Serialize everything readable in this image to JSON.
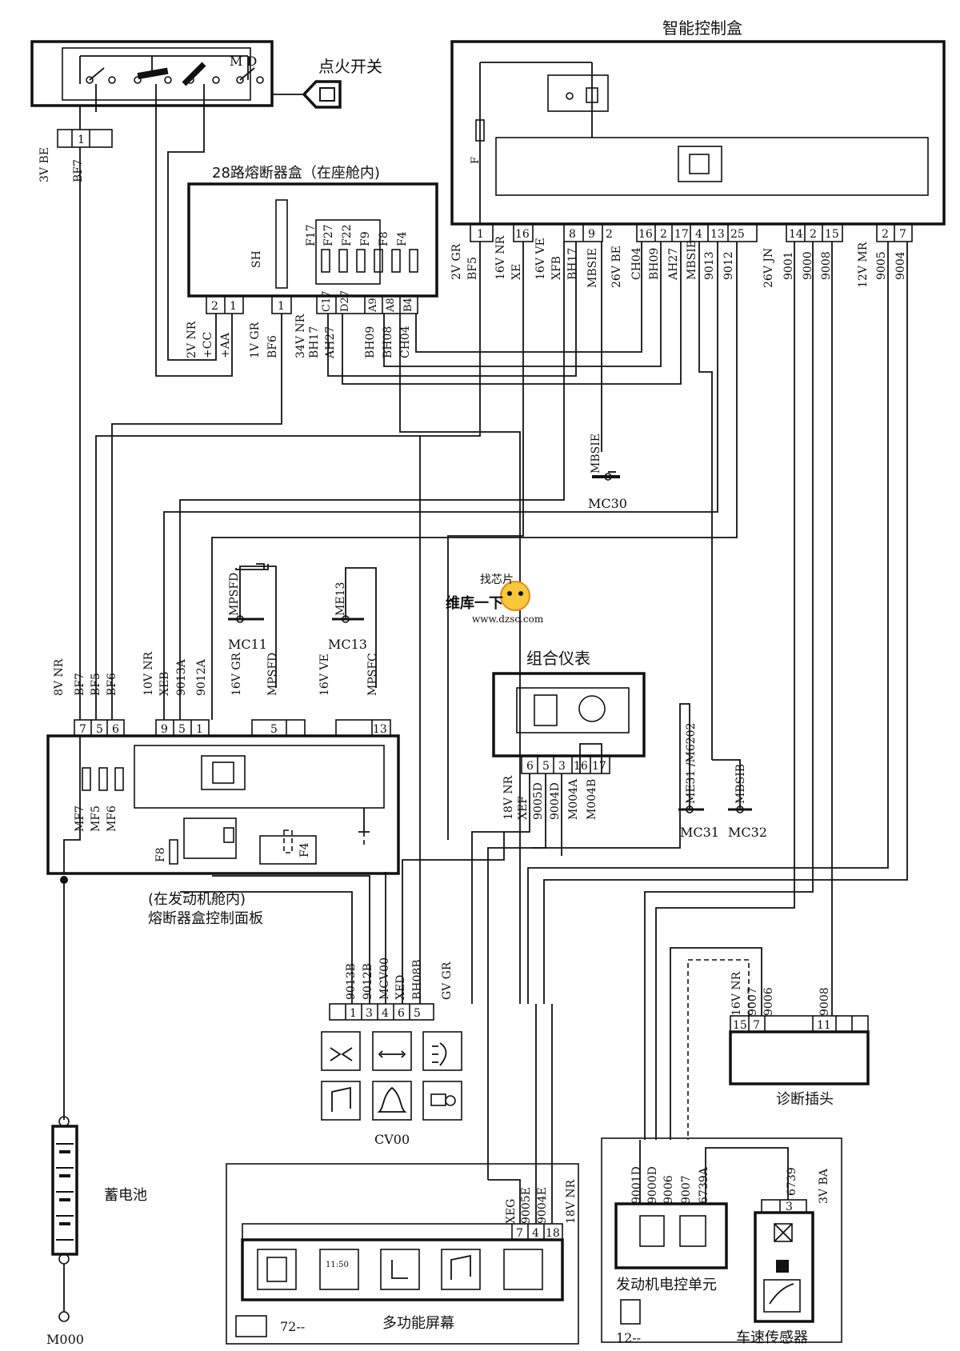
{
  "components": {
    "ignition_switch": "点火开关",
    "ignition_switch_marks": "M D",
    "smart_box": "智能控制盒",
    "fuse_box_28": "28路熔断器盒（在座舱内)",
    "engine_fuse_panel_1": "(在发动机舱内)",
    "engine_fuse_panel_2": "熔断器盒控制面板",
    "instrument_cluster": "组合仪表",
    "diagnostic_plug": "诊断插头",
    "engine_ecu": "发动机电控单元",
    "speed_sensor": "车速传感器",
    "battery": "蓄电池",
    "multifunction_screen": "多功能屏幕",
    "cv00": "CV00",
    "m000": "M000",
    "ecu_code": "12--",
    "screen_code": "72--",
    "clock_text": "11:50",
    "watermark_top": "找芯片",
    "watermark_main": "维库一下",
    "watermark_url": "www.dzsc.com"
  },
  "ignition_connector": {
    "spec": "3V  BE",
    "pin": "1",
    "wire": "BF7"
  },
  "smart_box_pins": {
    "p1": "1",
    "p16a": "16",
    "p8": "8",
    "p9": "9",
    "p2": "2",
    "p16b": "16",
    "p2b": "2",
    "p17": "17",
    "p4": "4",
    "p13": "13",
    "p25": "25",
    "p14": "14",
    "p2c": "2",
    "p15": "15",
    "p2d": "2",
    "p7": "7",
    "fuse": "F"
  },
  "smart_box_wires": {
    "c1": "2V  GR",
    "c1w": "BF5",
    "c16": "16V  NR",
    "c16w": "XE",
    "c8": "16V  VE",
    "c8w": "XFB",
    "c9w": "BH17",
    "c2w": "MBSIE",
    "c26": "26V  BE",
    "cw1": "CH04",
    "cw2": "BH09",
    "cw3": "AH27",
    "cw4": "MBSIB",
    "cw5": "9013",
    "cw6": "9012",
    "c26jn": "26V  JN",
    "cj1": "9001",
    "cj2": "9000",
    "cj3": "9008",
    "c12": "12V  MR",
    "cm1": "9005",
    "cm2": "9004"
  },
  "fuse28": {
    "sh": "SH",
    "f17": "F17",
    "f27": "F27",
    "f22": "F22",
    "f9": "F9",
    "f8": "F8",
    "f4": "F4",
    "pin2": "2",
    "pin1a": "1",
    "pin1b": "1",
    "pC17": "C17",
    "pD27": "D27",
    "pA9": "A9",
    "pA8": "A8",
    "pB4": "B4",
    "s2v": "2V  NR",
    "cc": "+CC",
    "aa": "+AA",
    "s1v": "1V  GR",
    "bf6": "BF6",
    "s34": "34V  NR",
    "bh17": "BH17",
    "ah27": "AH27",
    "bh09": "BH09",
    "bh08": "BH08",
    "ch04": "CH04"
  },
  "grounds": {
    "mc30_label": "MBSIE",
    "mc30": "MC30",
    "mc11_label": "MPSFD",
    "mc11": "MC11",
    "mc13_label": "ME13",
    "mc13": "MC13",
    "mc31_label": "ME31  /M6202",
    "mc31": "MC31",
    "mc32_label": "MBSIB",
    "mc32": "MC32"
  },
  "engine_panel": {
    "s8v": "8V  NR",
    "bf7": "BF7",
    "bf5": "BF5",
    "bf6": "BF6",
    "p7": "7",
    "p5": "5",
    "p6": "6",
    "s10v": "10V  NR",
    "xeb": "XEB",
    "w9013a": "9013A",
    "w9012a": "9012A",
    "p9": "9",
    "p5b": "5",
    "p1": "1",
    "s16gr": "16V  GR",
    "mpsfd": "MPSFD",
    "p5c": "5",
    "s16ve": "16V  VE",
    "mpsfc": "MPSFC",
    "p13": "13",
    "mf7": "MF7",
    "mf5": "MF5",
    "mf6": "MF6",
    "f8": "F8",
    "f4": "F4"
  },
  "cluster": {
    "p6": "6",
    "p5": "5",
    "p3": "3",
    "p16": "16",
    "p17": "17",
    "s18": "18V  NR",
    "xef": "XEF",
    "w9005d": "9005D",
    "w9004d": "9004D",
    "m004a": "M004A",
    "m004b": "M004B"
  },
  "cv00_conn": {
    "p1": "1",
    "p3": "3",
    "p4": "4",
    "p6": "6",
    "p5": "5",
    "w9013b": "9013B",
    "w9012b": "9012B",
    "mcv00": "MCV00",
    "xed": "XED",
    "bh08b": "BH08B",
    "spec": "GV  GR"
  },
  "diag": {
    "s16": "16V  NR",
    "w9007": "9007",
    "w9006": "9006",
    "w9008": "9008",
    "p15": "15",
    "p7": "7",
    "p11": "11"
  },
  "screen": {
    "xeg": "XEG",
    "w9005e": "9005E",
    "w9004e": "9004E",
    "p7": "7",
    "p4": "4",
    "p18": "18",
    "spec": "18V  NR"
  },
  "ecu": {
    "w9001d": "9001D",
    "w9000d": "9000D",
    "w9006": "9006",
    "w9007": "9007",
    "w6739a": "6739A",
    "w6739": "6739",
    "p3": "3",
    "spec": "3V  BA"
  }
}
